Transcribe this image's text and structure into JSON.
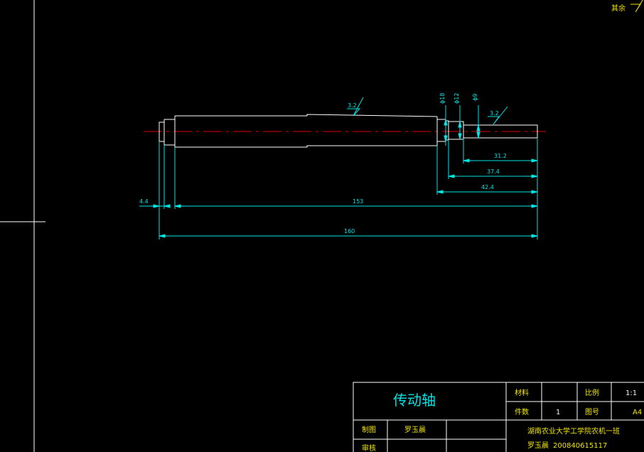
{
  "colors": {
    "background": "#000000",
    "outline": "#ffffff",
    "dimension": "#00e5e5",
    "centerline": "#e00000",
    "titleblock_text": "#f2e600"
  },
  "roughness": {
    "corner": "其余",
    "main": "3.2",
    "end": "3.2"
  },
  "dimensions": {
    "dia_18": "ϕ18",
    "dia_12": "ϕ12",
    "dia_9": "ϕ9",
    "len_31_2": "31.2",
    "len_37_4": "37.4",
    "len_42_4": "42.4",
    "len_4_4": "4.4",
    "len_153": "153",
    "len_160": "160"
  },
  "title_block": {
    "part_name": "传动轴",
    "material_label": "材料",
    "scale_label": "比例",
    "scale_value": "1:1",
    "quantity_label": "件数",
    "quantity_value": "1",
    "drawing_no_label": "图号",
    "drawing_no_value": "A4",
    "drawn_label": "制图",
    "drawn_name": "罗玉晨",
    "checked_label": "审核",
    "school": "湖南农业大学工学院农机一班",
    "student_name": "罗玉晨",
    "student_id": "200840615117"
  }
}
